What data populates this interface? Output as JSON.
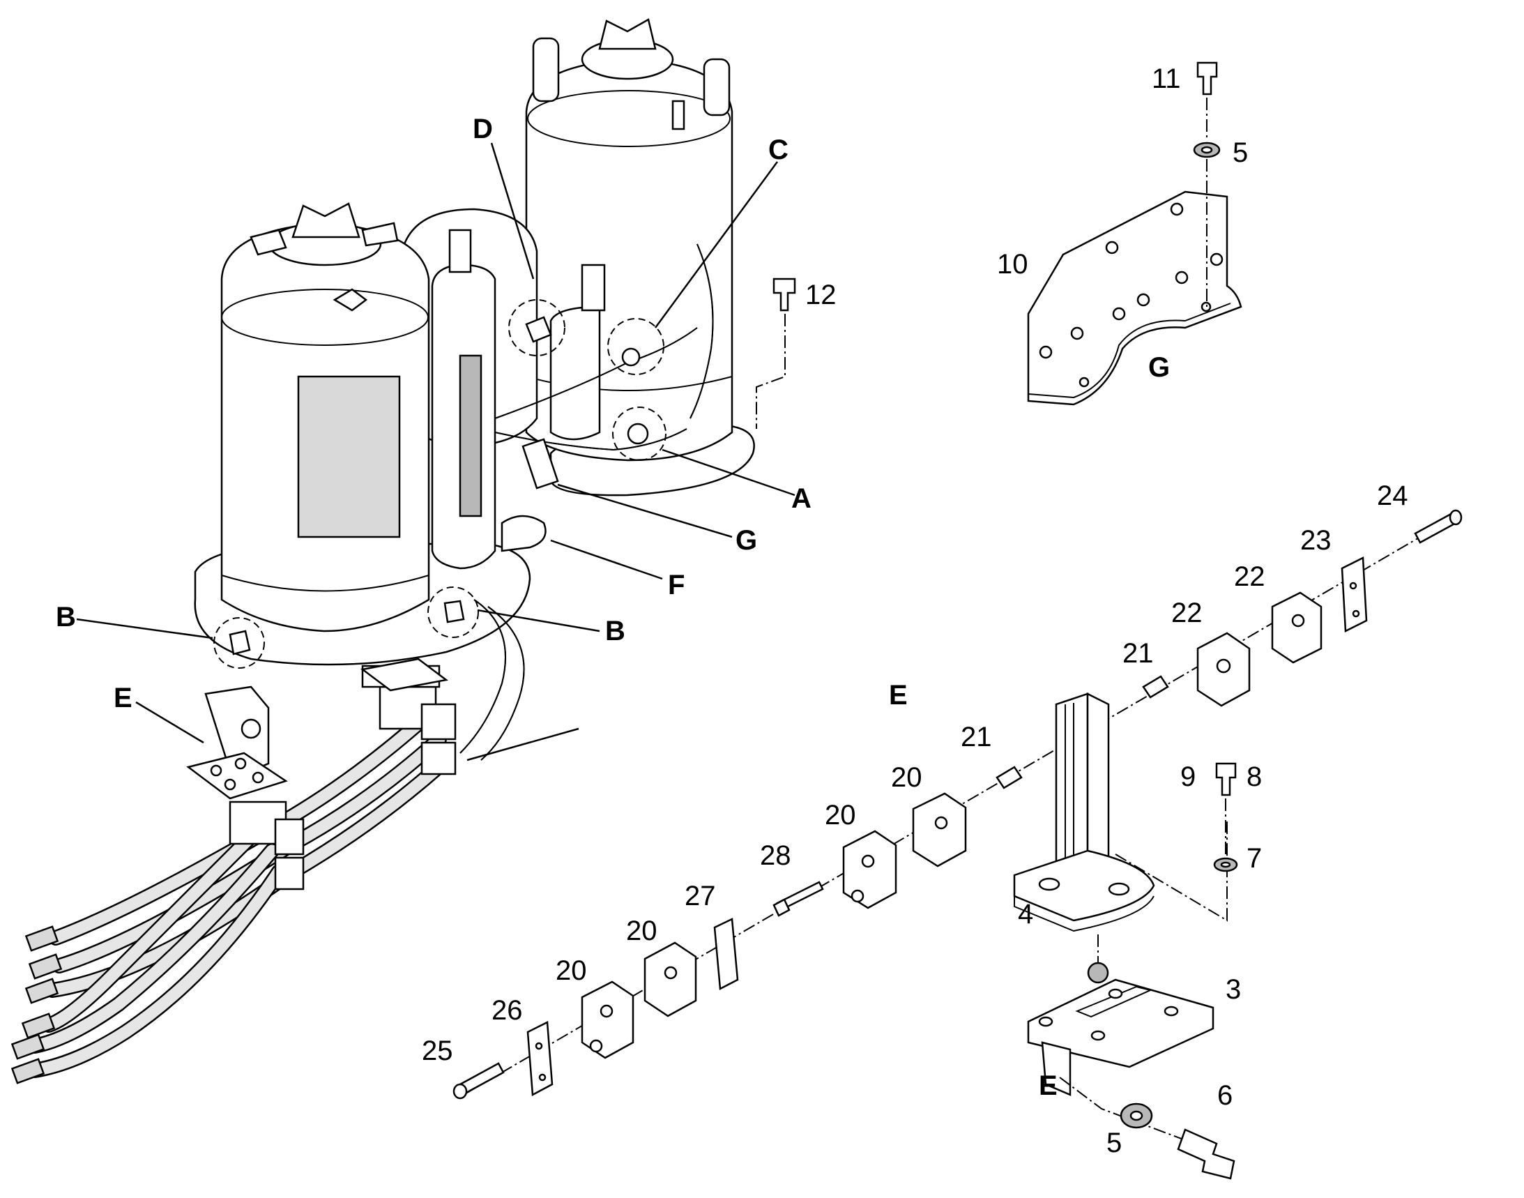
{
  "callouts": {
    "A": "A",
    "B_left": "B",
    "B_right": "B",
    "C": "C",
    "D": "D",
    "E_assembly": "E",
    "E_detail": "E",
    "E_bracket": "E",
    "F": "F",
    "G_assembly": "G",
    "G_detail": "G"
  },
  "parts": {
    "p3": "3",
    "p4": "4",
    "p5_top": "5",
    "p5_bottom": "5",
    "p6": "6",
    "p7": "7",
    "p8": "8",
    "p9": "9",
    "p10": "10",
    "p11": "11",
    "p12": "12",
    "p20_a": "20",
    "p20_b": "20",
    "p20_c": "20",
    "p20_d": "20",
    "p21_a": "21",
    "p21_b": "21",
    "p22_a": "22",
    "p22_b": "22",
    "p23": "23",
    "p24": "24",
    "p25": "25",
    "p26": "26",
    "p27": "27",
    "p28": "28"
  }
}
